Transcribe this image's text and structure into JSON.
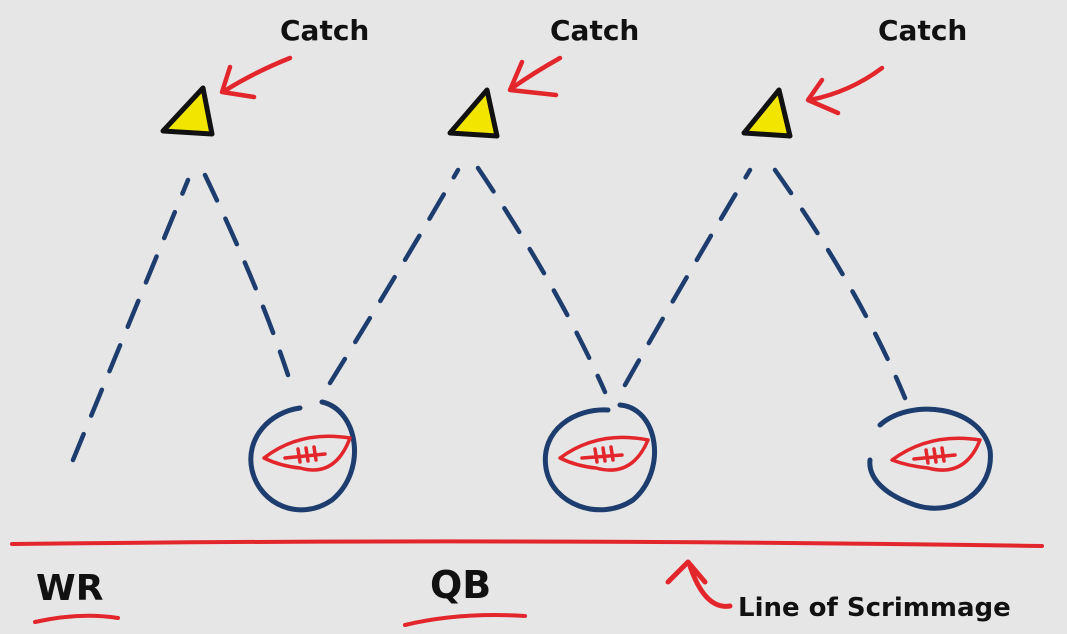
{
  "colors": {
    "background": "#e6e6e6",
    "route": "#1d3d6e",
    "annotation": "#e3262c",
    "cone": "#f2e600",
    "ink": "#111111"
  },
  "catch_labels": [
    "Catch",
    "Catch",
    "Catch"
  ],
  "positions": {
    "wr": "WR",
    "qb": "QB"
  },
  "line_label": "Line of Scrimmage",
  "icons": [
    "cone-icon",
    "football-icon",
    "arrow-icon"
  ]
}
